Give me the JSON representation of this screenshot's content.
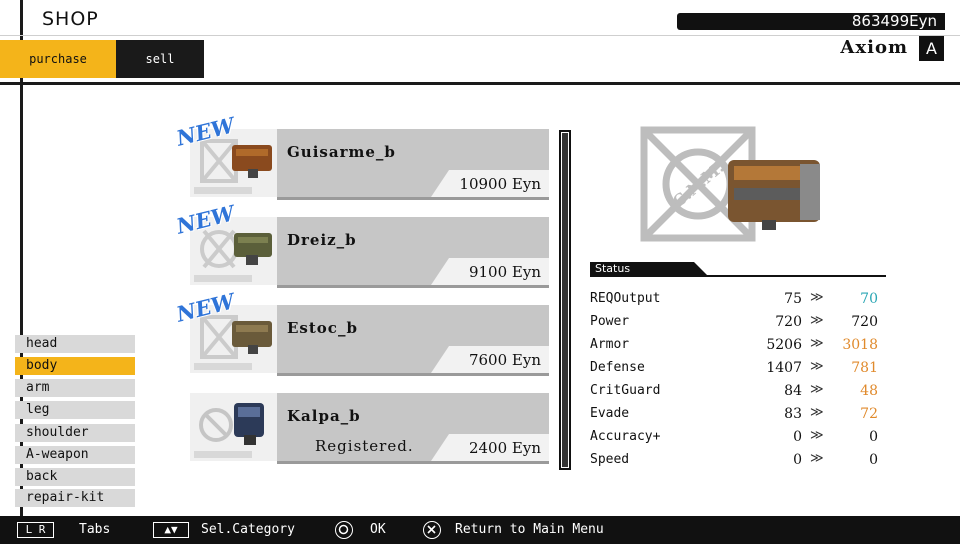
{
  "header": {
    "title": "SHOP",
    "tabs": [
      {
        "label": "purchase",
        "active": true
      },
      {
        "label": "sell",
        "active": false
      }
    ],
    "money": "863499Eyn",
    "character_name": "Axiom",
    "rank": "A"
  },
  "categories": [
    {
      "label": "head",
      "active": false
    },
    {
      "label": "body",
      "active": true
    },
    {
      "label": "arm",
      "active": false
    },
    {
      "label": "leg",
      "active": false
    },
    {
      "label": "shoulder",
      "active": false
    },
    {
      "label": "A-weapon",
      "active": false
    },
    {
      "label": "back",
      "active": false
    },
    {
      "label": "repair-kit",
      "active": false
    }
  ],
  "items": [
    {
      "name": "Guisarme_b",
      "price": "10900 Eyn",
      "badge": "NEW",
      "status": ""
    },
    {
      "name": "Dreiz_b",
      "price": "9100 Eyn",
      "badge": "NEW",
      "status": ""
    },
    {
      "name": "Estoc_b",
      "price": "7600 Eyn",
      "badge": "NEW",
      "status": ""
    },
    {
      "name": "Kalpa_b",
      "price": "2400 Eyn",
      "badge": "",
      "status": "Registered."
    }
  ],
  "status": {
    "title": "Status",
    "rows": [
      {
        "label": "REQOutput",
        "current": "75",
        "new": "70",
        "new_color": "#2aa6b4"
      },
      {
        "label": "Power",
        "current": "720",
        "new": "720",
        "new_color": "#111111"
      },
      {
        "label": "Armor",
        "current": "5206",
        "new": "3018",
        "new_color": "#e08a2c"
      },
      {
        "label": "Defense",
        "current": "1407",
        "new": "781",
        "new_color": "#e08a2c"
      },
      {
        "label": "CritGuard",
        "current": "84",
        "new": "48",
        "new_color": "#e08a2c"
      },
      {
        "label": "Evade",
        "current": "83",
        "new": "72",
        "new_color": "#e08a2c"
      },
      {
        "label": "Accuracy+",
        "current": "0",
        "new": "0",
        "new_color": "#111111"
      },
      {
        "label": "Speed",
        "current": "0",
        "new": "0",
        "new_color": "#111111"
      }
    ],
    "arrow": "≫"
  },
  "footer": {
    "lr_key": "L R",
    "tabs_label": "Tabs",
    "updown_key": "▲▼",
    "category_label": "Sel.Category",
    "ok_label": "OK",
    "return_label": "Return to Main Menu"
  },
  "colors": {
    "accent": "#f4b41a",
    "new_badge": "#2f74d8",
    "stat_worse": "#e08a2c",
    "stat_better": "#2aa6b4"
  },
  "preview": {
    "logo_text": "C.N.M."
  }
}
